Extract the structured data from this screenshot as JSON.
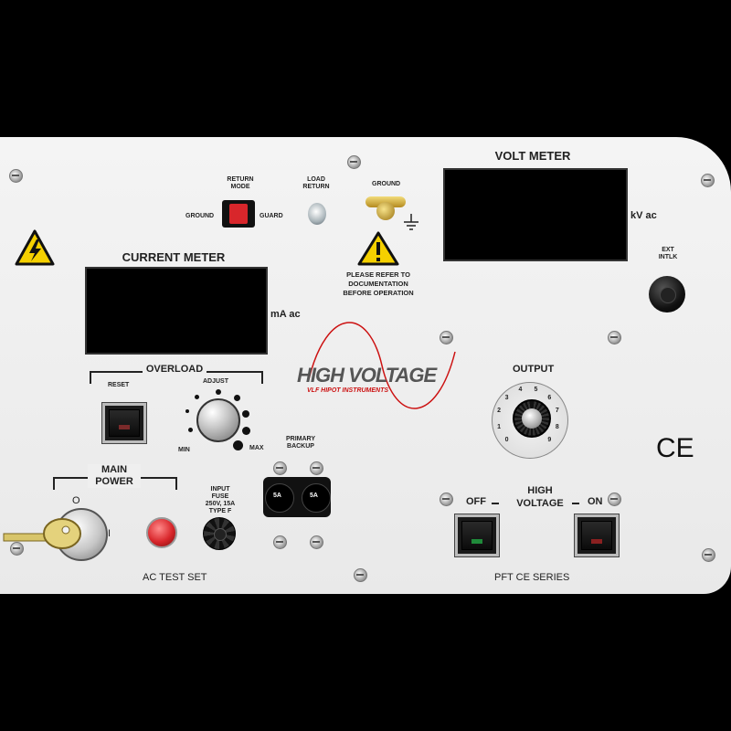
{
  "labels": {
    "volt_meter": "VOLT METER",
    "kv_ac": "kV ac",
    "current_meter": "CURRENT METER",
    "ma_ac": "mA ac",
    "return_mode": "RETURN\nMODE",
    "ground_left": "GROUND",
    "guard": "GUARD",
    "load_return": "LOAD\nRETURN",
    "ground_top": "GROUND",
    "warning_text": "PLEASE REFER TO\nDOCUMENTATION\nBEFORE OPERATION",
    "ext_intlk": "EXT\nINTLK",
    "overload": "OVERLOAD",
    "reset": "RESET",
    "adjust": "ADJUST",
    "min": "MIN",
    "max": "MAX",
    "logo_main": "HIGH VOLTAGE",
    "logo_sub": "VLF HIPOT INSTRUMENTS",
    "output": "OUTPUT",
    "ce": "CE",
    "main_power": "MAIN\nPOWER",
    "key_on": "O",
    "key_off": "I",
    "input_fuse": "INPUT\nFUSE\n250V, 15A\nTYPE F",
    "primary_backup": "PRIMARY\nBACKUP",
    "fuse_tag": "5A",
    "high_voltage": "HIGH\nVOLTAGE",
    "off": "OFF",
    "on": "ON",
    "ac_test_set": "AC TEST SET",
    "series": "PFT CE SERIES"
  },
  "output_dial_numbers": [
    "0",
    "1",
    "2",
    "3",
    "4",
    "5",
    "6",
    "7",
    "8",
    "9"
  ],
  "colors": {
    "panel": "#efefef",
    "logo_red": "#cc1111",
    "led_red": "#d8262b",
    "led_green": "#1f8a3a"
  },
  "icons": [
    "high-voltage-warning-icon",
    "caution-warning-icon",
    "ground-symbol-icon"
  ]
}
